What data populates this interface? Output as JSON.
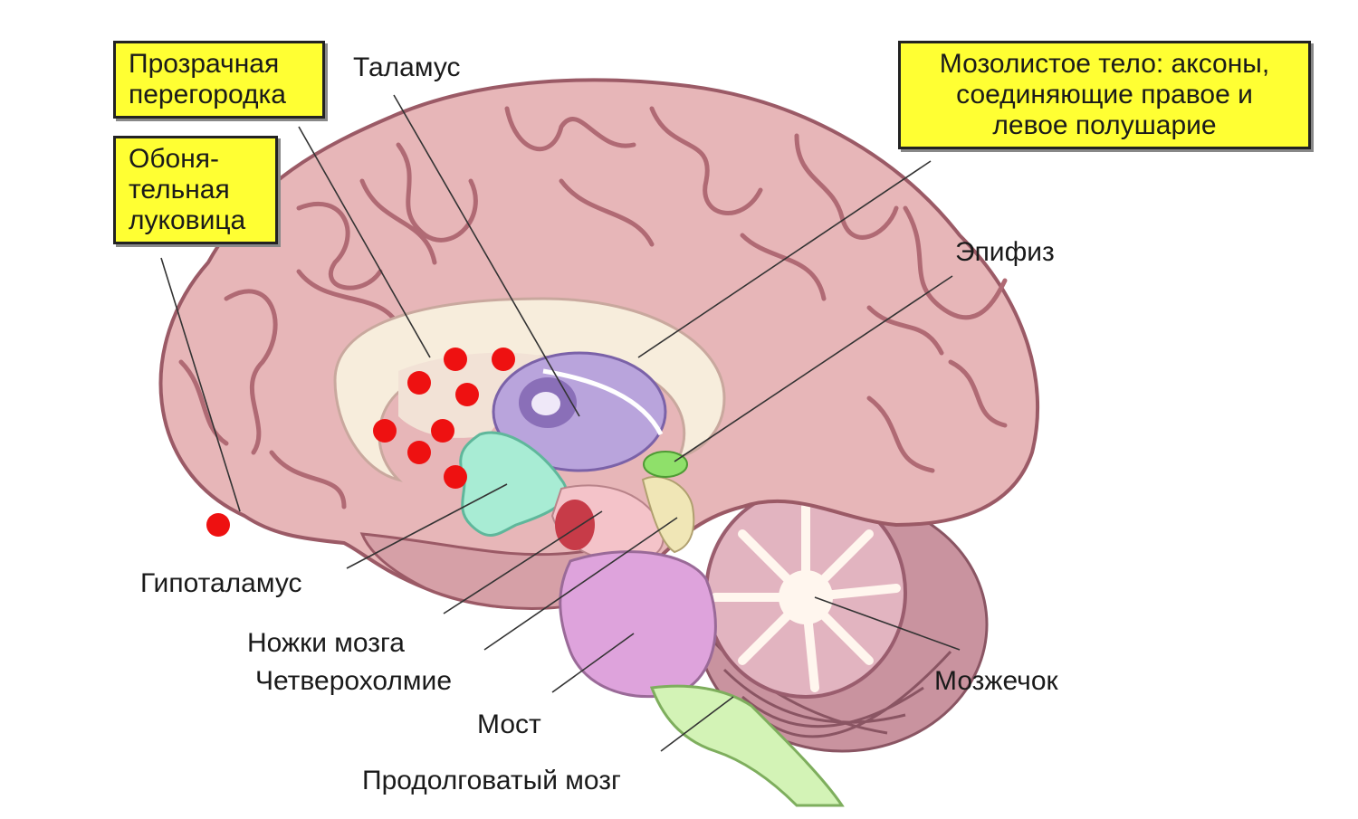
{
  "diagram": {
    "boxes": {
      "septum": {
        "lines": [
          "Прозрачная",
          "перегородка"
        ]
      },
      "olfactory": {
        "lines": [
          "Обоня-",
          "тельная",
          "луковица"
        ]
      },
      "corpus_callosum": {
        "lines": [
          "Мозолистое тело: аксоны,",
          "соединяющие правое и",
          "левое полушарие"
        ]
      }
    },
    "labels": {
      "thalamus": "Таламус",
      "epiphysis": "Эпифиз",
      "hypothalamus": "Гипоталамус",
      "peduncles": "Ножки мозга",
      "quadrigemina": "Четверохолмие",
      "pons": "Мост",
      "cerebellum": "Мозжечок",
      "medulla": "Продолговатый мозг"
    },
    "colors": {
      "cortex": "#e7b6b8",
      "sulcus": "#b06a74",
      "callosum": "#f7eddc",
      "thalamus": "#b9a4dc",
      "hypothalamus": "#a8ecd4",
      "pons": "#dea3dc",
      "medulla": "#d3f3b6",
      "epiphysis": "#8fe06a",
      "cerebellum": "#d7a7b5",
      "marker": "#ee1111",
      "box_fill": "#ffff33"
    }
  }
}
